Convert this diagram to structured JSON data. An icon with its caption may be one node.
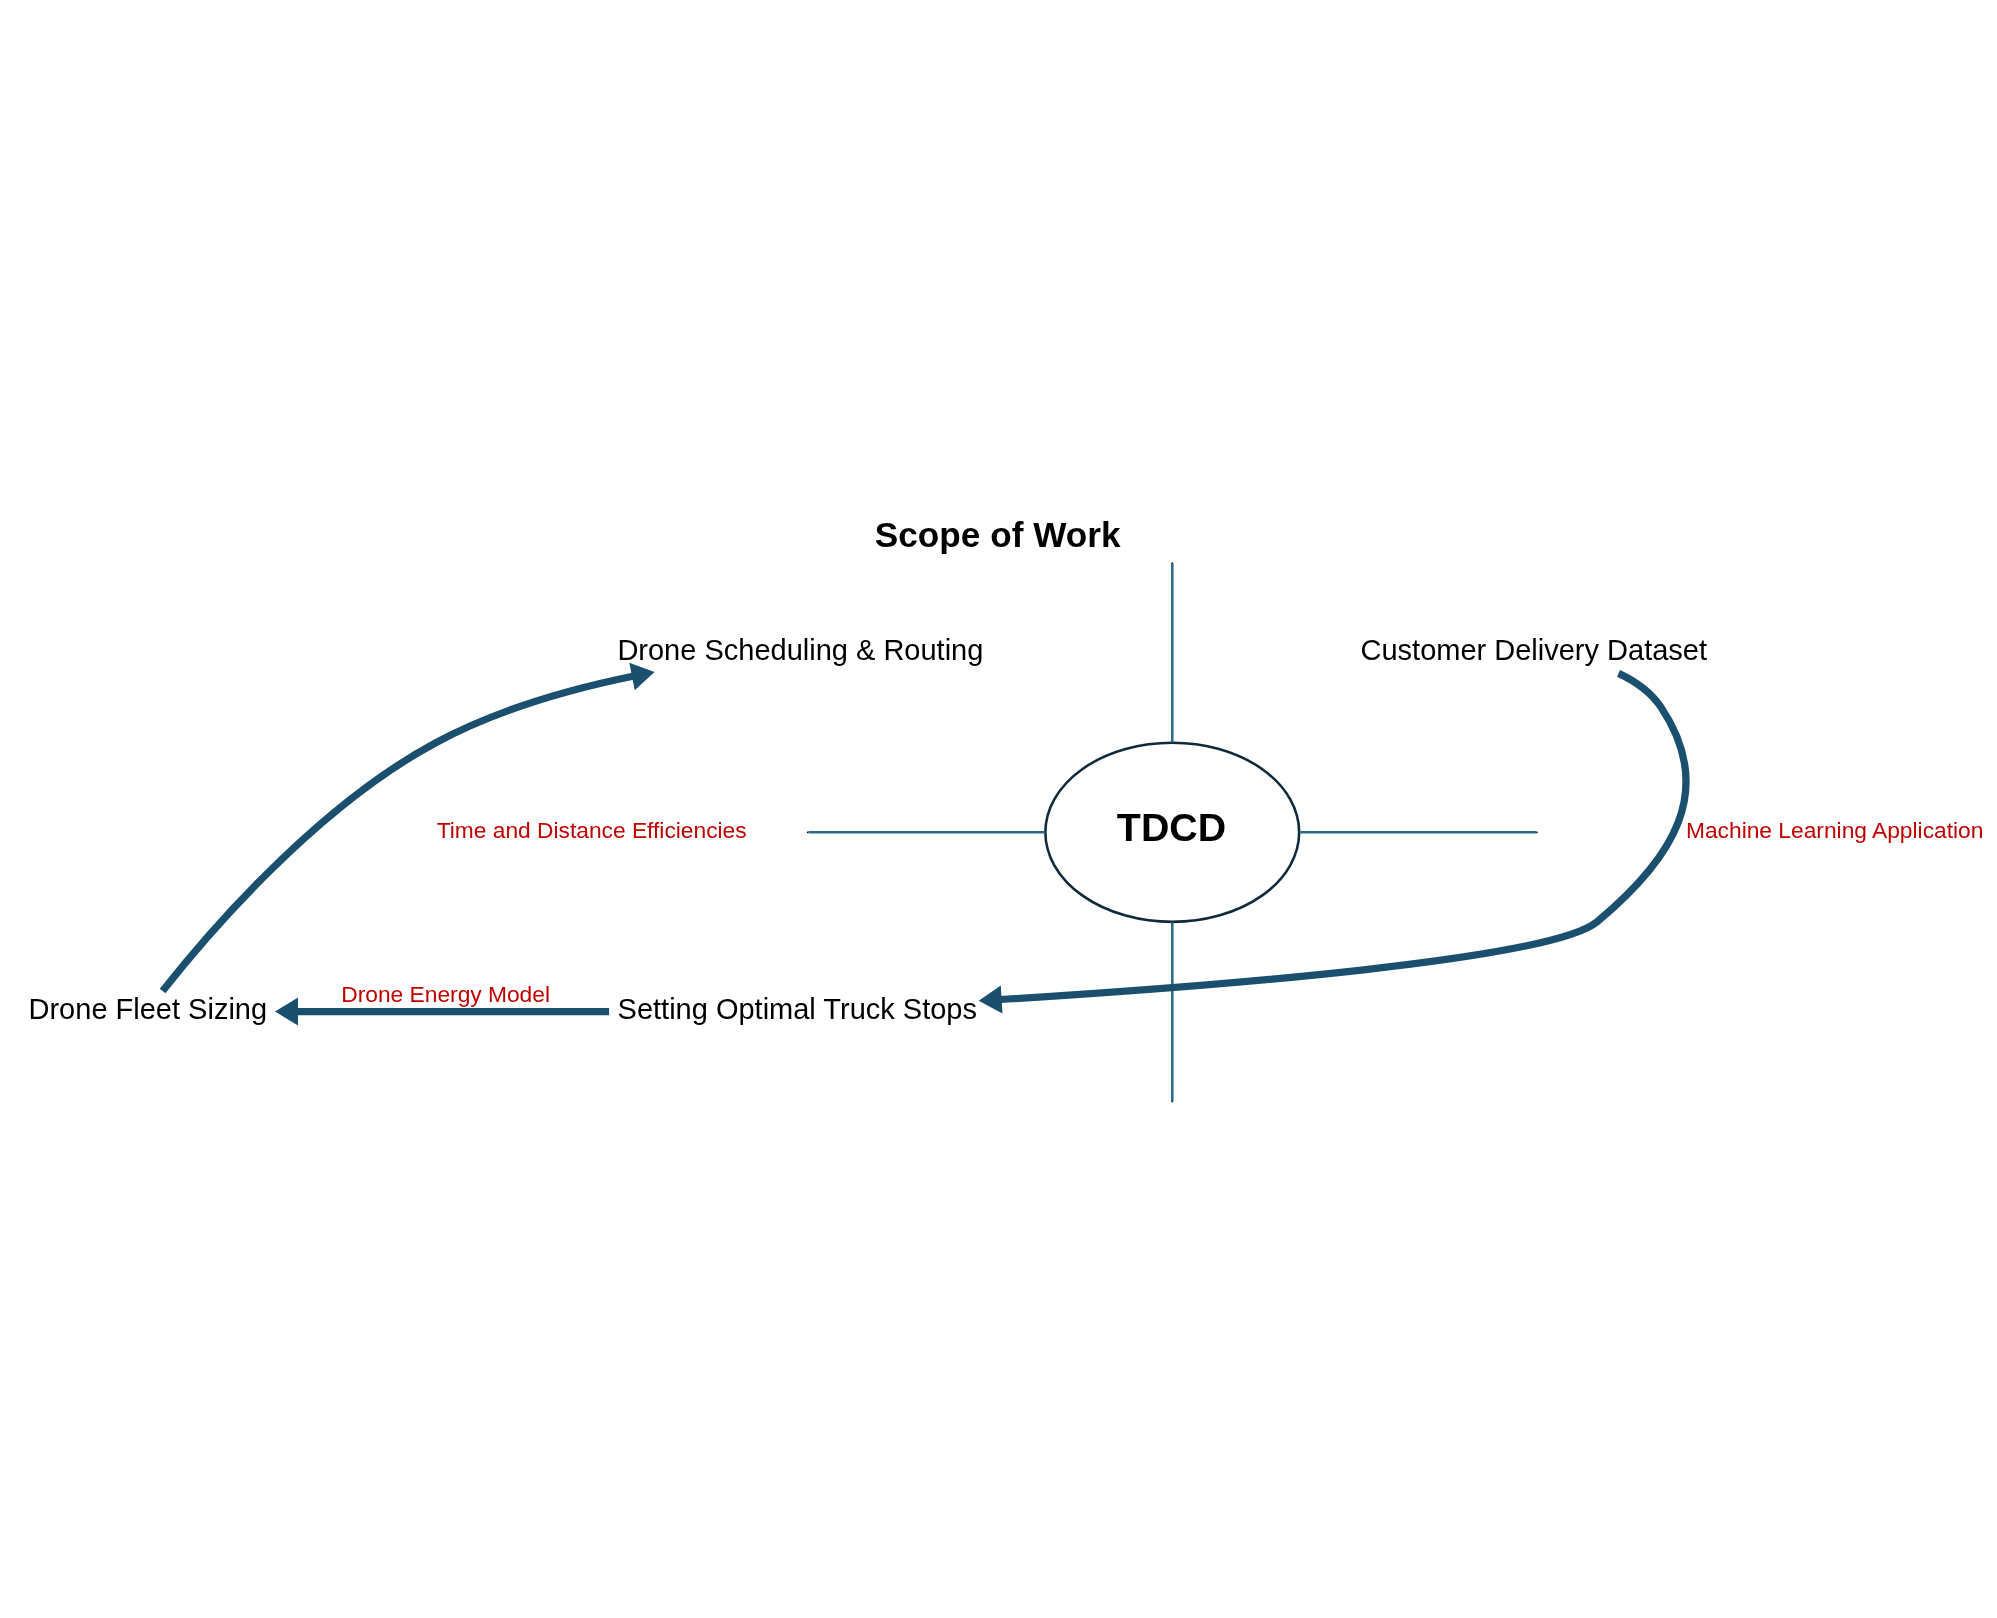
{
  "diagram": {
    "title": "Scope of Work",
    "nodes": [
      {
        "text": [
          "TDCD"
        ]
      },
      {
        "text": [
          "Drone Scheduling & Routing"
        ]
      },
      {
        "text": [
          "Customer Delivery Dataset"
        ]
      },
      {
        "text": [
          "Drone Fleet Sizing"
        ]
      },
      {
        "text": [
          "Setting Optimal Truck Stops"
        ]
      }
    ],
    "edges": [
      {
        "from": 2,
        "to": 4,
        "arrow": "to",
        "label": "Machine Learning Application",
        "style": "thick"
      },
      {
        "from": 4,
        "to": 3,
        "arrow": "to",
        "label": "Drone Energy Model",
        "style": "thick"
      },
      {
        "from": 3,
        "to": 1,
        "arrow": "to",
        "label": "Time and Distance Efficiencies",
        "style": "thick"
      },
      {
        "from": 0,
        "to": null,
        "arrow": "none"
      },
      {
        "from": 0,
        "to": null,
        "arrow": "none"
      },
      {
        "from": 0,
        "to": null,
        "arrow": "none"
      },
      {
        "from": 0,
        "to": null,
        "arrow": "none"
      }
    ]
  }
}
